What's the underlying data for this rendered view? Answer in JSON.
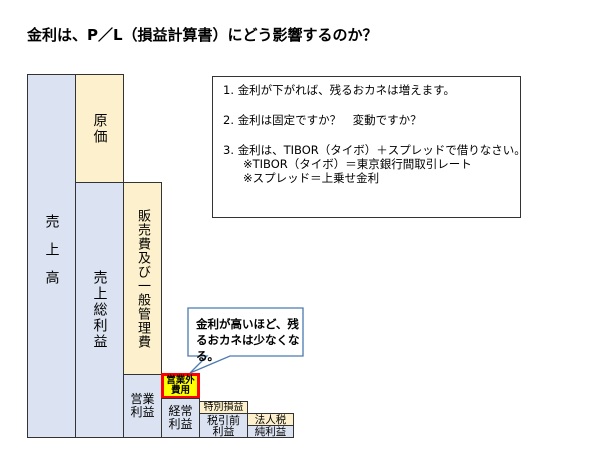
{
  "title": "金利は、P／L（損益計算書）にどう影響するのか？",
  "blocks": {
    "sales": "売上高",
    "cost_of_sales": "原価",
    "gross_profit": "売上総利益",
    "sga": "販売費及び一般管理費",
    "operating_income": "営業利益",
    "non_operating_expenses": "営業外費用",
    "ordinary_income": "経常利益",
    "extraordinary": "特別損益",
    "pretax_income": "税引前利益",
    "income_tax": "法人税",
    "net_income": "純利益"
  },
  "notes": [
    "1. 金利が下がれば、残るおカネは増えます。",
    "2. 金利は固定ですか？　変動ですか？",
    "3. 金利は、TIBOR（タイボ）＋スプレッドで借りなさい。",
    "※TIBOR（タイボ）＝東京銀行間取引レート",
    "※スプレッド＝上乗せ金利"
  ],
  "callout": "金利が高いほど、残るおカネは少なくなる。",
  "colors": {
    "blue": "#dbe3f2",
    "cream": "#fdf0cc",
    "highlight": "#ffff00",
    "highlight_border": "#ff0000",
    "callout_border": "#4a7ab0"
  }
}
